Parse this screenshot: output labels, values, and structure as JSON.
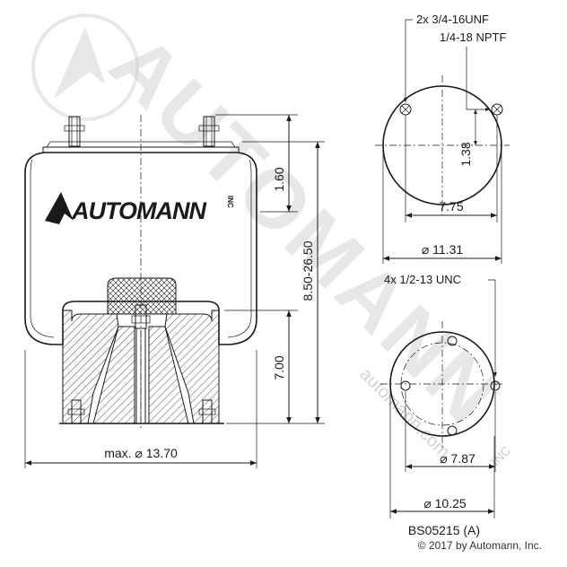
{
  "watermark": {
    "brand": "AUTOMANN",
    "inc": "INC",
    "website": "automann.com",
    "logo_word": "AUTOMANN",
    "logo_suffix": "INC"
  },
  "side_view": {
    "dim_top": "1.60",
    "dim_overall": "8.50-26.50",
    "dim_bottom": "7.00",
    "dim_width": "max. ⌀ 13.70"
  },
  "top_view": {
    "note_line1": "2x 3/4-16UNF",
    "note_line2": "1/4-18 NPTF",
    "dim_offset": "1.38",
    "dim_spacing": "7.75",
    "dim_diameter": "⌀ 11.31"
  },
  "bottom_view": {
    "note": "4x 1/2-13 UNC",
    "dim_bolt_circle": "⌀ 7.87",
    "dim_diameter": "⌀ 10.25"
  },
  "footer": {
    "part_number": "BS05215 (A)",
    "copyright": "© 2017 by Automann, Inc."
  }
}
